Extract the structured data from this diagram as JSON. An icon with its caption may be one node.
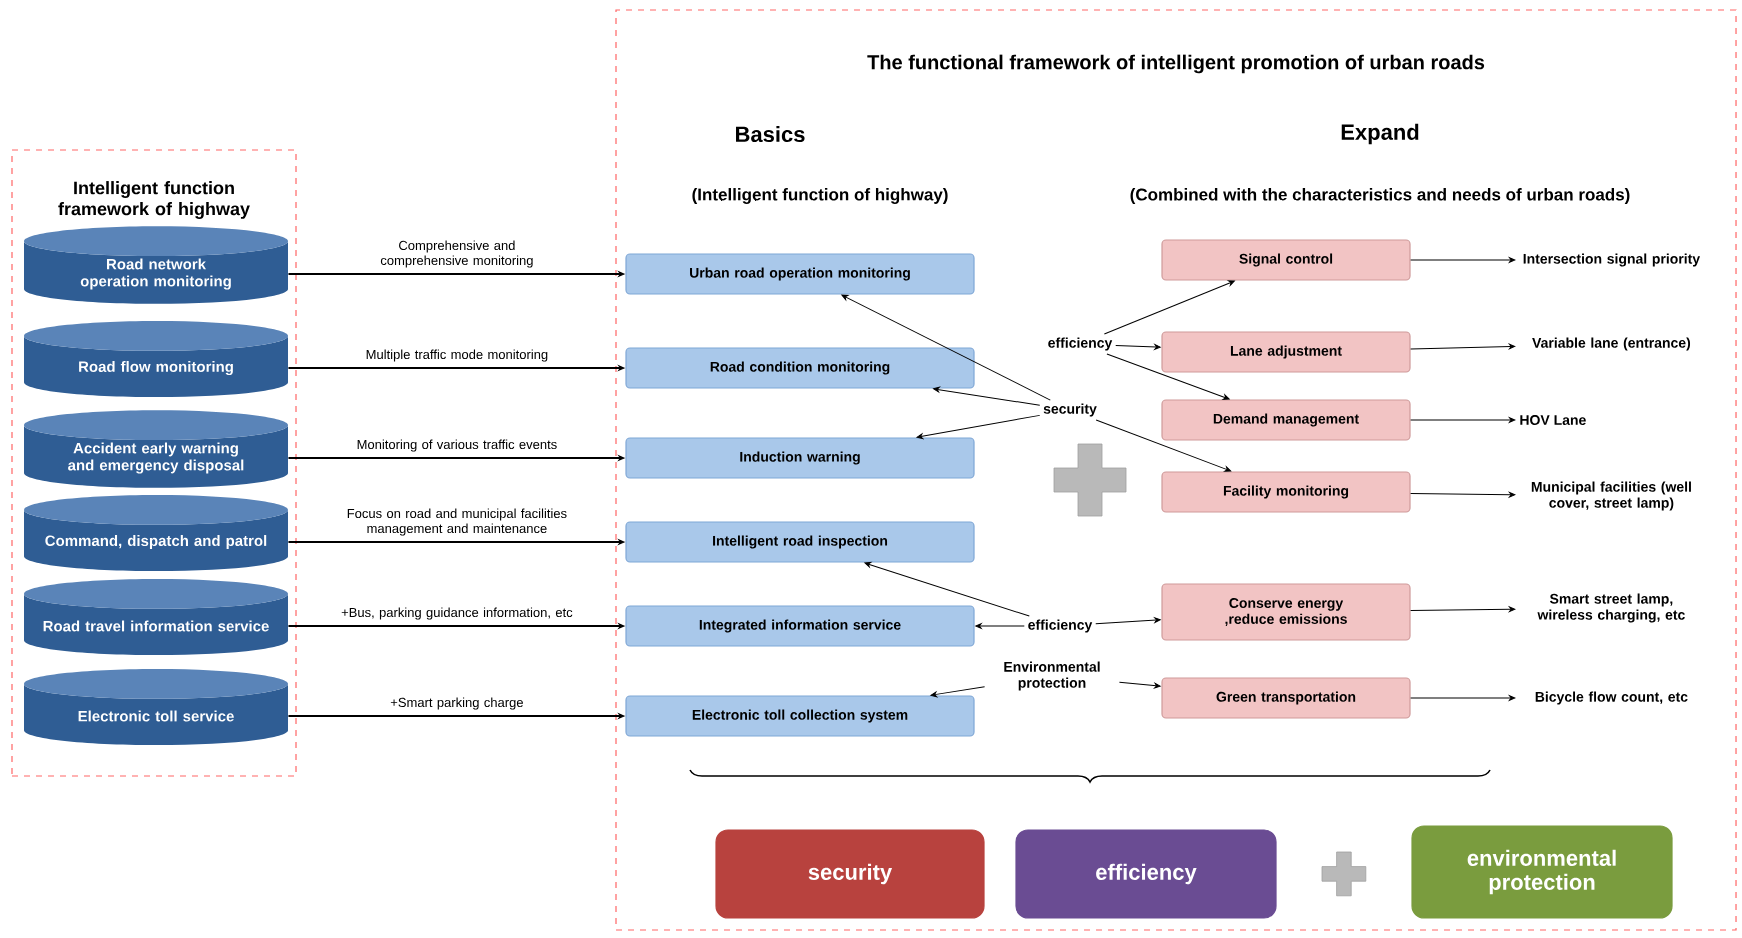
{
  "diagram": {
    "nodes": [
      {
        "text": [
          "Intelligent function framework of highway"
        ]
      },
      {
        "text": [
          "Road network operation monitoring"
        ],
        "in": 0
      },
      {
        "text": [
          "Road flow monitoring"
        ],
        "in": 0
      },
      {
        "text": [
          "Accident early warning and emergency disposal"
        ],
        "in": 0
      },
      {
        "text": [
          "Command, dispatch and patrol"
        ],
        "in": 0
      },
      {
        "text": [
          "Road travel information service"
        ],
        "in": 0
      },
      {
        "text": [
          "Electronic toll  service"
        ],
        "in": 0
      },
      {
        "text": [
          "The functional framework of intelligent promotion of urban roads"
        ]
      },
      {
        "text": [
          "Urban road operation monitoring"
        ],
        "in": 7
      },
      {
        "text": [
          "Road condition monitoring"
        ],
        "in": 7
      },
      {
        "text": [
          "Induction warning"
        ],
        "in": 7
      },
      {
        "text": [
          "Intelligent road inspection"
        ],
        "in": 7
      },
      {
        "text": [
          "Integrated information service"
        ],
        "in": 7
      },
      {
        "text": [
          "Electronic toll collection system"
        ],
        "in": 7
      },
      {
        "text": [
          "efficiency"
        ],
        "in": 7
      },
      {
        "text": [
          "security"
        ],
        "in": 7
      },
      {
        "text": [
          "efficiency"
        ],
        "in": 7
      },
      {
        "text": [
          "Environmental protection"
        ],
        "in": 7
      },
      {
        "text": [
          "Signal control"
        ],
        "in": 7
      },
      {
        "text": [
          "Lane adjustment"
        ],
        "in": 7
      },
      {
        "text": [
          "Demand management"
        ],
        "in": 7
      },
      {
        "text": [
          "Facility monitoring"
        ],
        "in": 7
      },
      {
        "text": [
          "Conserve energy ,reduce emissions"
        ],
        "in": 7
      },
      {
        "text": [
          "Green transportation"
        ],
        "in": 7
      },
      {
        "text": [
          "Intersection signal priority"
        ],
        "in": 7
      },
      {
        "text": [
          "Variable lane (entrance)"
        ],
        "in": 7
      },
      {
        "text": [
          "HOV Lane"
        ],
        "in": 7
      },
      {
        "text": [
          "Municipal facilities (well cover, street lamp)"
        ],
        "in": 7
      },
      {
        "text": [
          "Smart street lamp, wireless charging, etc"
        ],
        "in": 7
      },
      {
        "text": [
          "Bicycle flow count, etc"
        ],
        "in": 7
      },
      {
        "text": [
          "security"
        ],
        "in": 7
      },
      {
        "text": [
          "efficiency"
        ],
        "in": 7
      },
      {
        "text": [
          "environmental protection"
        ],
        "in": 7
      }
    ],
    "edges": [
      {
        "from": 1,
        "to": 8,
        "arrow": "to",
        "label": "Comprehensive and comprehensive monitoring"
      },
      {
        "from": 2,
        "to": 9,
        "arrow": "to",
        "label": "Multiple traffic mode monitoring"
      },
      {
        "from": 3,
        "to": 10,
        "arrow": "to",
        "label": "Monitoring of various traffic events"
      },
      {
        "from": 4,
        "to": 11,
        "arrow": "to",
        "label": "Focus on road and municipal facilities management and maintenance"
      },
      {
        "from": 5,
        "to": 12,
        "arrow": "to",
        "label": "+Bus, parking guidance information, etc"
      },
      {
        "from": 6,
        "to": 13,
        "arrow": "to",
        "label": "+Smart parking charge"
      },
      {
        "from": 15,
        "to": 8,
        "arrow": "to"
      },
      {
        "from": 15,
        "to": 9,
        "arrow": "to"
      },
      {
        "from": 15,
        "to": 10,
        "arrow": "to"
      },
      {
        "from": 15,
        "to": 21,
        "arrow": "to"
      },
      {
        "from": 14,
        "to": 18,
        "arrow": "to"
      },
      {
        "from": 14,
        "to": 19,
        "arrow": "to"
      },
      {
        "from": 14,
        "to": 20,
        "arrow": "to"
      },
      {
        "from": 16,
        "to": 11,
        "arrow": "to"
      },
      {
        "from": 16,
        "to": 12,
        "arrow": "to"
      },
      {
        "from": 16,
        "to": 22,
        "arrow": "to"
      },
      {
        "from": 17,
        "to": 13,
        "arrow": "to"
      },
      {
        "from": 17,
        "to": 23,
        "arrow": "to"
      },
      {
        "from": 18,
        "to": 24,
        "arrow": "to"
      },
      {
        "from": 19,
        "to": 25,
        "arrow": "to"
      },
      {
        "from": 20,
        "to": 26,
        "arrow": "to"
      },
      {
        "from": 21,
        "to": 27,
        "arrow": "to"
      },
      {
        "from": 22,
        "to": 28,
        "arrow": "to"
      },
      {
        "from": 23,
        "to": 29,
        "arrow": "to"
      }
    ],
    "labels": [
      "Basics",
      "Expand",
      "(Intelligent function of highway)",
      "(Combined with the characteristics and needs of urban roads)"
    ]
  }
}
